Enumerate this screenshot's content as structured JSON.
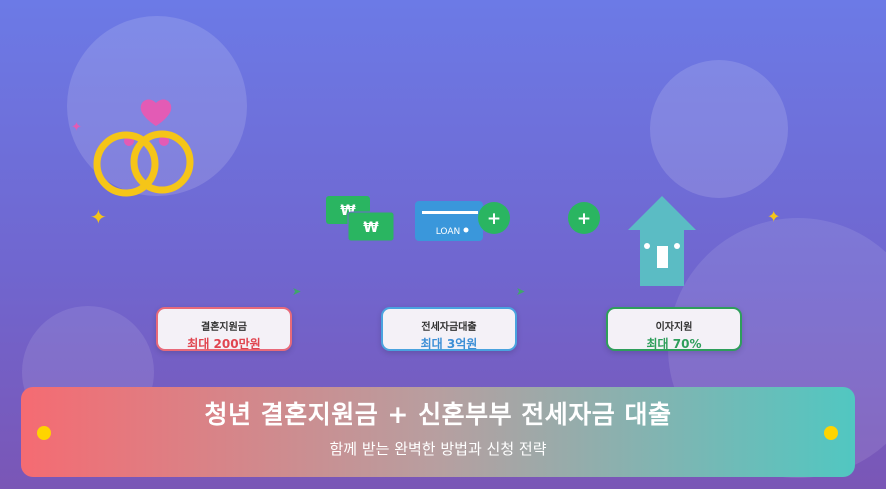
{
  "cards": [
    {
      "label": "결혼지원금",
      "value": "최대 200만원",
      "border_color": "#e86a7a",
      "value_color": "#e0444f"
    },
    {
      "label": "전세자금대출",
      "value": "최대 3억원",
      "border_color": "#4aa3df",
      "value_color": "#3d8fd6"
    },
    {
      "label": "이자지원",
      "value": "최대 70%",
      "border_color": "#2e9e5b",
      "value_color": "#2e9e5b"
    }
  ],
  "icons": {
    "money_symbol": "₩",
    "loan_card_text": "LOAN",
    "plus_symbol": "+"
  },
  "banner": {
    "title": "청년 결혼지원금 + 신혼부부 전세자금 대출",
    "subtitle": "함께 받는 완벽한 방법과 신청 전략"
  },
  "colors": {
    "background_top": "#6c7ae6",
    "background_bottom": "#7a56b6",
    "banner_left": "#f56b72",
    "banner_right": "#51c7c1",
    "ring": "#f5c518",
    "heart": "#e35bb5",
    "money": "#2ab561",
    "house": "#5bbcc4"
  }
}
